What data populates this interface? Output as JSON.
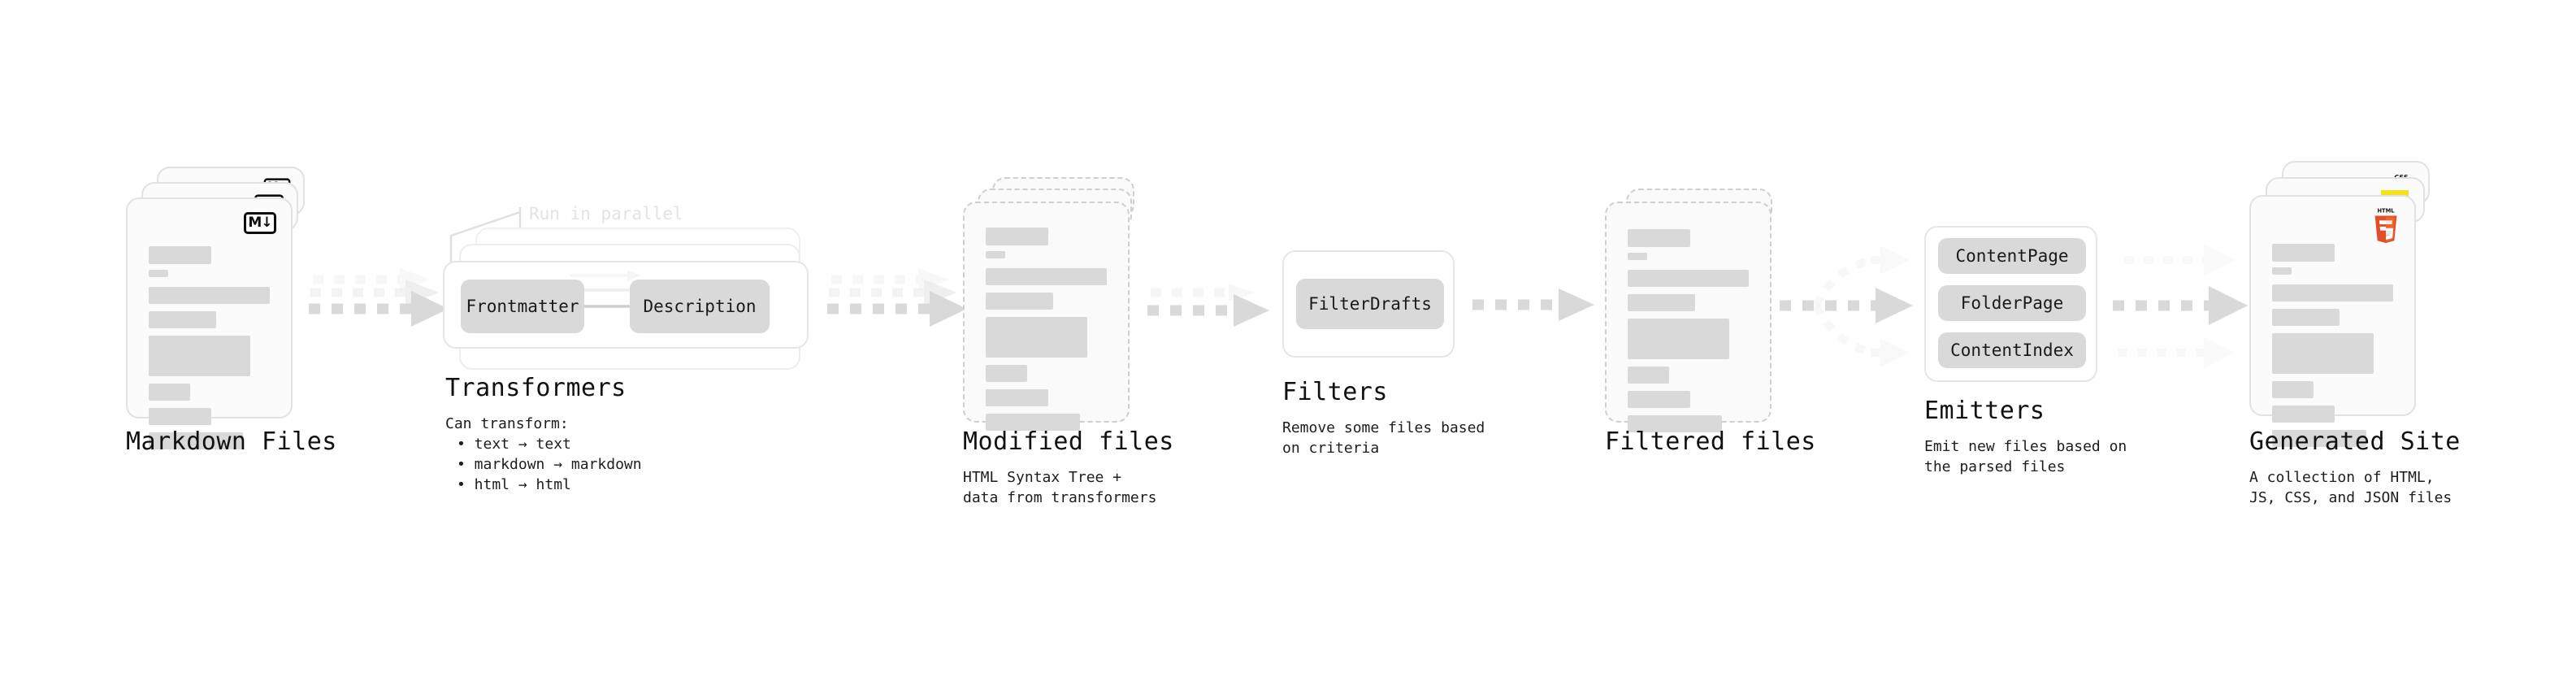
{
  "diagram": {
    "title": "Quartz content processing pipeline",
    "accent_colors": {
      "card_fill": "#fbfbfb",
      "card_border": "#e2e2e2",
      "dashed_border": "#cfcfcf",
      "line_block": "#d9d9d9",
      "pill_fill": "#d9d9d9",
      "arrow": "#d9d9d9",
      "muted_text": "#e3e3e3",
      "html5": "#e44d26",
      "javascript": "#f7df1e",
      "css3": "#2965f1"
    }
  },
  "stages": [
    {
      "id": "markdown-files",
      "title": "Markdown Files",
      "subtitle": "",
      "kind": "file-stack",
      "card_count": 3,
      "badge": "markdown-badge",
      "badge_text": "M↓"
    },
    {
      "id": "transformers",
      "title": "Transformers",
      "subtitle": "Can transform:",
      "kind": "process-box",
      "note": "Run in parallel",
      "bullets": [
        "• text → text",
        "• markdown → markdown",
        "• html → html"
      ],
      "items": [
        "Frontmatter",
        "Description"
      ],
      "stack_count": 3
    },
    {
      "id": "modified-files",
      "title": "Modified files",
      "subtitle": "HTML Syntax Tree +\ndata from transformers",
      "kind": "file-stack-dashed",
      "card_count": 3
    },
    {
      "id": "filters",
      "title": "Filters",
      "subtitle": "Remove some files based\non criteria",
      "kind": "process-box",
      "items": [
        "FilterDrafts"
      ],
      "stack_count": 1
    },
    {
      "id": "filtered-files",
      "title": "Filtered files",
      "subtitle": "",
      "kind": "file-stack-dashed",
      "card_count": 2
    },
    {
      "id": "emitters",
      "title": "Emitters",
      "subtitle": "Emit new files based on\nthe parsed files",
      "kind": "process-box",
      "items": [
        "ContentPage",
        "FolderPage",
        "ContentIndex"
      ],
      "stack_count": 1
    },
    {
      "id": "generated-site",
      "title": "Generated Site",
      "subtitle": "A collection of HTML,\nJS, CSS, and JSON files",
      "kind": "file-stack",
      "card_count": 3,
      "badges": [
        "html5-badge",
        "javascript-badge",
        "css3-badge"
      ]
    }
  ],
  "connectors": [
    {
      "id": "md-to-transformers",
      "style": "dotted-arrow",
      "lanes": 3
    },
    {
      "id": "transformers-to-modified",
      "style": "dotted-arrow",
      "lanes": 3
    },
    {
      "id": "modified-to-filters",
      "style": "dotted-arrow",
      "lanes": 2
    },
    {
      "id": "filters-to-filtered",
      "style": "dotted-arrow",
      "lanes": 1
    },
    {
      "id": "filtered-to-emitters",
      "style": "dotted-arrow-branch",
      "lanes": 3
    },
    {
      "id": "emitters-to-site",
      "style": "dotted-arrow",
      "lanes": 3
    }
  ],
  "inner_arrows": {
    "id": "frontmatter-to-description",
    "count": 3
  }
}
